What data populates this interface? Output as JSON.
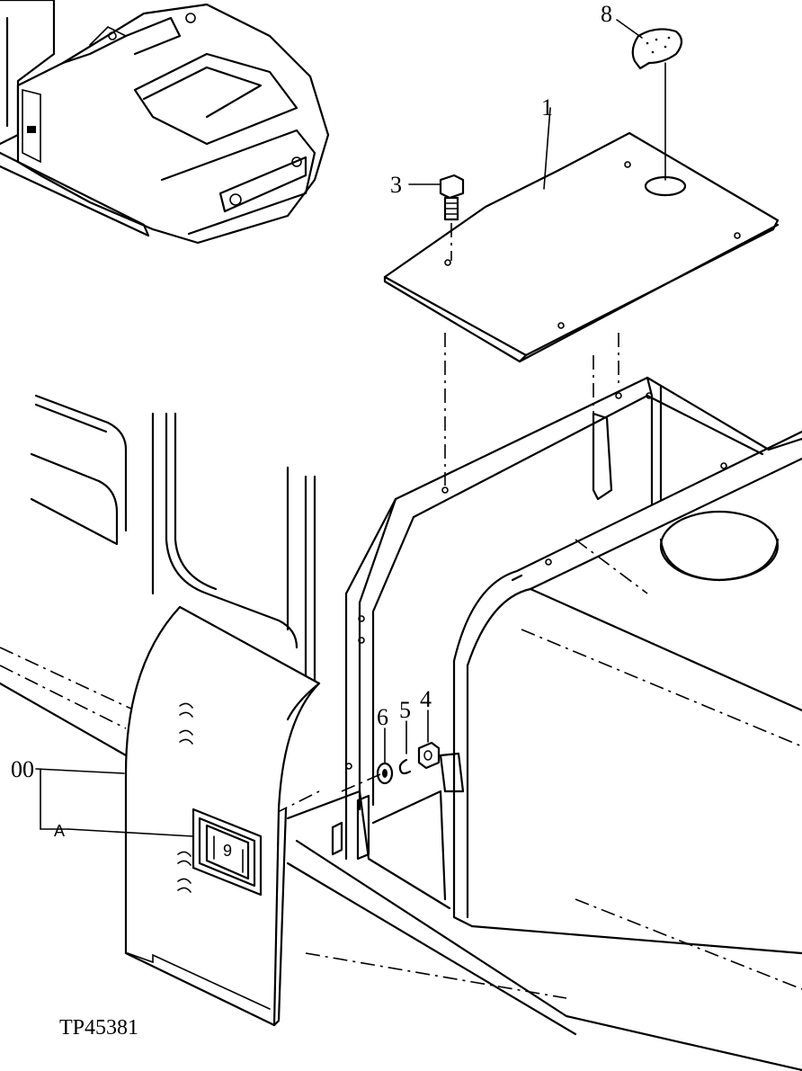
{
  "callouts": {
    "c1": "1",
    "c3": "3",
    "c4": "4",
    "c5": "5",
    "c6": "6",
    "c8": "8",
    "c9": "9",
    "c00": "00",
    "cA": "A"
  },
  "figure_id": "TP45381"
}
